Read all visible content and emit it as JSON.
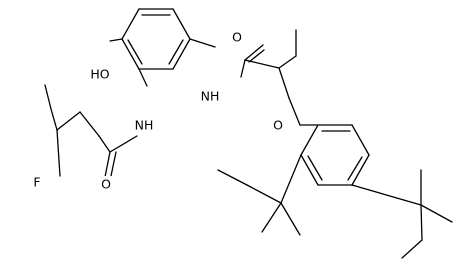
{
  "structure": {
    "atom_labels": {
      "hydroxyl": "HO",
      "amide_nh_left": "NH",
      "amide_nh_right": "NH",
      "fluorine": "F",
      "carbonyl_o_left": "O",
      "carbonyl_o_right": "O",
      "ether_o": "O"
    },
    "colors": {
      "bond": "#000000",
      "label": "#000000",
      "background": "#ffffff"
    }
  }
}
